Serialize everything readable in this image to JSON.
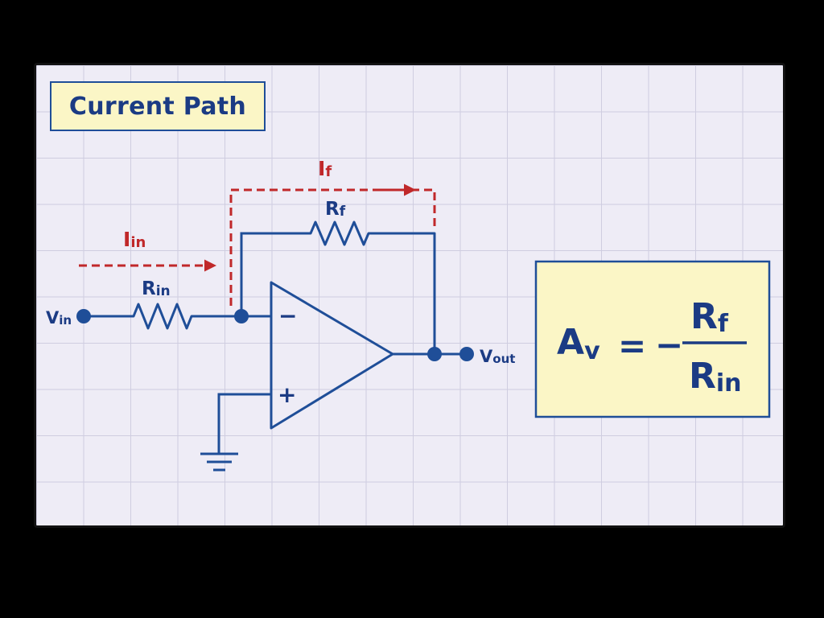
{
  "title": "Current Path",
  "labels": {
    "vin_main": "V",
    "vin_sub": "in",
    "vout_main": "V",
    "vout_sub": "out",
    "rin_main": "R",
    "rin_sub": "in",
    "rf_main": "R",
    "rf_sub": "f",
    "iin_main": "I",
    "iin_sub": "in",
    "if_main": "I",
    "if_sub": "f",
    "minus": "−",
    "plus": "+"
  },
  "formula": {
    "lhs_main": "A",
    "lhs_sub": "v",
    "equals": "=",
    "sign": "−",
    "num_main": "R",
    "num_sub": "f",
    "den_main": "R",
    "den_sub": "in"
  },
  "colors": {
    "circuit": "#1f4e98",
    "current": "#c0282a",
    "panel": "#eeecf6",
    "box_fill": "#fbf6c6",
    "text": "#1b3b84"
  }
}
